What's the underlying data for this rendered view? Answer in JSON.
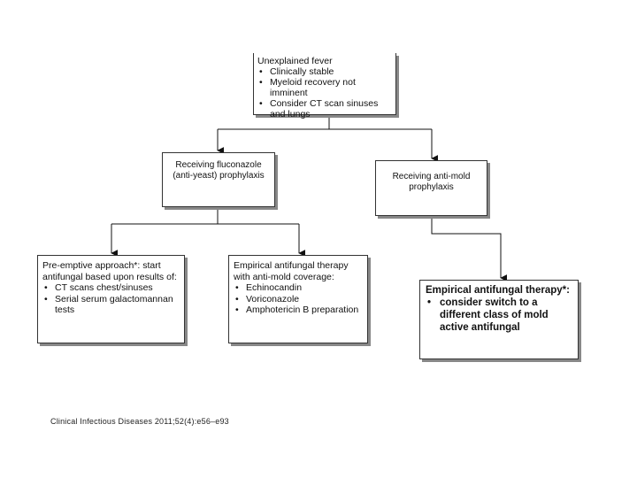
{
  "flowchart": {
    "start": {
      "title": "Unexplained fever",
      "bullets": [
        "Clinically stable",
        "Myeloid recovery not imminent",
        "Consider CT scan sinuses and lungs"
      ]
    },
    "left_branch": {
      "label": "Receiving fluconazole (anti-yeast) prophylaxis"
    },
    "right_branch": {
      "label": "Receiving anti-mold prophylaxis"
    },
    "preemptive": {
      "intro": "Pre-emptive approach*: start antifungal based upon results of:",
      "bullets": [
        "CT scans chest/sinuses",
        "Serial serum galactomannan tests"
      ]
    },
    "empirical_mold": {
      "intro": "Empirical antifungal therapy with anti-mold coverage:",
      "bullets": [
        "Echinocandin",
        "Voriconazole",
        "Amphotericin B preparation"
      ]
    },
    "empirical_switch": {
      "intro": "Empirical antifungal therapy*:",
      "bullets": [
        "consider switch to a different class of mold active antifungal"
      ]
    }
  },
  "citation": "Clinical Infectious Diseases 2011;52(4):e56–e93"
}
